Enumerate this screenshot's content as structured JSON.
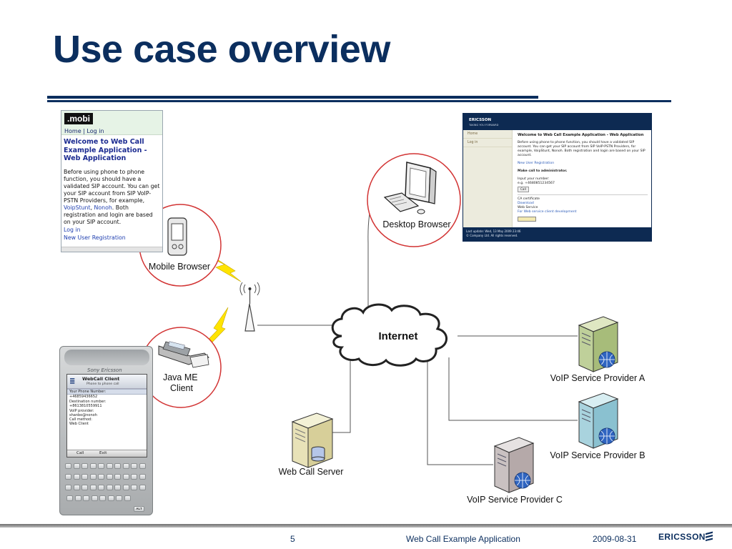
{
  "slide": {
    "title": "Use case overview",
    "page_number": "5",
    "footer_center": "Web Call Example Application",
    "footer_date": "2009-08-31",
    "brand": "ERICSSON",
    "colors": {
      "title": "#0b2e5e",
      "ring": "#d23434",
      "bolt": "#ffe400",
      "line": "#555555"
    }
  },
  "diagram": {
    "nodes": {
      "mobile_browser": "Mobile Browser",
      "desktop_browser": "Desktop Browser",
      "java_me_client": "Java ME\nClient",
      "internet": "Internet",
      "web_call_server": "Web Call Server",
      "voip_a": "VoIP Service Provider A",
      "voip_b": "VoIP Service Provider B",
      "voip_c": "VoIP Service Provider C"
    },
    "icons": [
      "pda-icon",
      "desktop-computer-icon",
      "mobile-phone-icon",
      "antenna-icon",
      "cloud-icon",
      "server-icon",
      "globe-icon",
      "lightning-icon"
    ]
  },
  "mobile_screen": {
    "logo": ".mobi",
    "nav": "Home | Log in",
    "heading": "Welcome to Web Call Example Application - Web Application",
    "text_1": "Before using phone to phone function, you should have a validated SIP account.",
    "text_2": "You can get your SIP account from SIP VoIP-PSTN Providers, for example,",
    "provider_1": "VoipStunt",
    "provider_2": "Nonoh",
    "text_3": "Both registration and login are based on your SIP account.",
    "link_login": "Log in",
    "link_register": "New User Registration"
  },
  "desktop_screen": {
    "brand": "ERICSSON",
    "tagline": "TAKING YOU FORWARD",
    "nav": [
      "Home",
      "Log in"
    ],
    "heading": "Welcome to Web Call Example Application - Web Application",
    "text_1": "Before using phone to phone function, you should have a validated SIP account. You can get your SIP account from SIP VoIP-PSTN Providers, for example, VoipStunt, Nonoh. Both registration and login are based on your SIP account.",
    "link_register": "New User Registration",
    "section": "Make call to administrator.",
    "input_label": "Input your number:",
    "input_hint": "e.g. +4680851234567",
    "call_button": "Call",
    "ca_label": "CA certificate",
    "ca_link": "Download",
    "ws_label": "Web Service",
    "ws_link": "For Web service client development",
    "footer_1": "Last update: Wed, 13 May 2009 23:46",
    "footer_2": "© Company Ltd. All rights reserved."
  },
  "phone_screen": {
    "brand": "Sony Ericsson",
    "title": "WebCall Client",
    "subtitle": "Phone to phone call",
    "label_phone": "Your Phone Number:",
    "value_phone": "+46859436652",
    "label_dest": "Destination number:",
    "value_dest": "+8613810559911",
    "label_provider": "VoIP provider:",
    "value_provider": "shanbo@nonoh",
    "label_method": "Call method:",
    "value_method": "Web Client",
    "soft_left": "Call",
    "soft_right": "Exit",
    "alt_key": "ALT"
  }
}
